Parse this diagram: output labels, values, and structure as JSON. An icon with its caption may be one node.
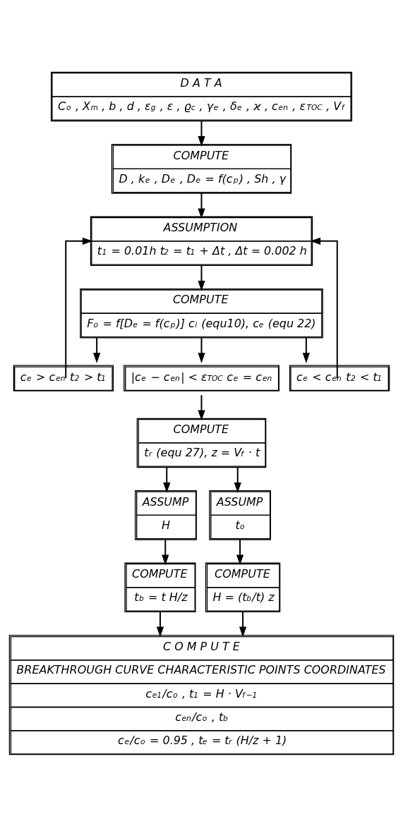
{
  "diagram": {
    "nodes": [
      {
        "text": [
          "D A T A",
          "C$_{o}$ , X$_{m}$ , b , d , ε$_{g}$ , ε , ϱ$_{c}$ , γ$_{e}$ , δ$_{e}$ , ϰ , c$_{en}$ , ε$_{TOC}$ , V$_{f}$"
        ]
      },
      {
        "text": [
          "COMPUTE",
          "D , k$_{e}$ , D$_{e}$ , D$_{e}$ = f(c$_{p}$) , Sh , γ"
        ]
      },
      {
        "text": [
          "ASSUMPTION",
          "t$_{1}$ = 0.01h t$_{2}$ = t$_{1}$ + Δt , Δt = 0.002 h"
        ]
      },
      {
        "text": [
          "COMPUTE",
          "F$_{o}$ = f[D$_{e}$ = f(c$_{p}$)] c$_{i}$ (equ10), c$_{e}$ (equ 22)"
        ]
      },
      {
        "text": [
          "c$_{e}$ > c$_{en}$ t$_{2}$ > t$_{1}$"
        ]
      },
      {
        "text": [
          "|c$_{e}$ − c$_{en}$| < ε$_{TOC}$ c$_{e}$ = c$_{en}$"
        ]
      },
      {
        "text": [
          "c$_{e}$ < c$_{en}$ t$_{2}$ < t$_{1}$"
        ]
      },
      {
        "text": [
          "COMPUTE",
          "t$_{r}$ (equ 27), z = V$_{f}$ · t"
        ]
      },
      {
        "text": [
          "ASSUMP",
          "H"
        ]
      },
      {
        "text": [
          "ASSUMP",
          "t$_{o}$"
        ]
      },
      {
        "text": [
          "COMPUTE",
          "t$_{b}$ = t H/z"
        ]
      },
      {
        "text": [
          "COMPUTE",
          "H = (t$_{b}$/t) z"
        ]
      },
      {
        "text": [
          "C O M P U T E",
          "BREAKTHROUGH CURVE CHARACTERISTIC POINTS COORDINATES",
          "c$_{e1}$/c$_{o}$ , t$_{1}$ = H · V$_{f}$$^{−1}$",
          "c$_{en}$/c$_{o}$ , t$_{b}$",
          "c$_{e}$/c$_{o}$ = 0.95 , t$_{e}$ = t$_{r}$ (H/z + 1)"
        ]
      }
    ],
    "edges": [
      {
        "from": 0,
        "to": 1,
        "arrow": "to"
      },
      {
        "from": 1,
        "to": 2,
        "arrow": "to"
      },
      {
        "from": 2,
        "to": 3,
        "arrow": "to"
      },
      {
        "from": 3,
        "to": 4,
        "arrow": "to"
      },
      {
        "from": 3,
        "to": 5,
        "arrow": "to"
      },
      {
        "from": 3,
        "to": 6,
        "arrow": "to"
      },
      {
        "from": 4,
        "to": 2,
        "arrow": "to"
      },
      {
        "from": 6,
        "to": 2,
        "arrow": "to"
      },
      {
        "from": 5,
        "to": 7,
        "arrow": "to"
      },
      {
        "from": 7,
        "to": 8,
        "arrow": "to"
      },
      {
        "from": 7,
        "to": 9,
        "arrow": "to"
      },
      {
        "from": 8,
        "to": 10,
        "arrow": "to"
      },
      {
        "from": 9,
        "to": 11,
        "arrow": "to"
      },
      {
        "from": 10,
        "to": 12,
        "arrow": "to"
      },
      {
        "from": 11,
        "to": 12,
        "arrow": "to"
      }
    ]
  }
}
